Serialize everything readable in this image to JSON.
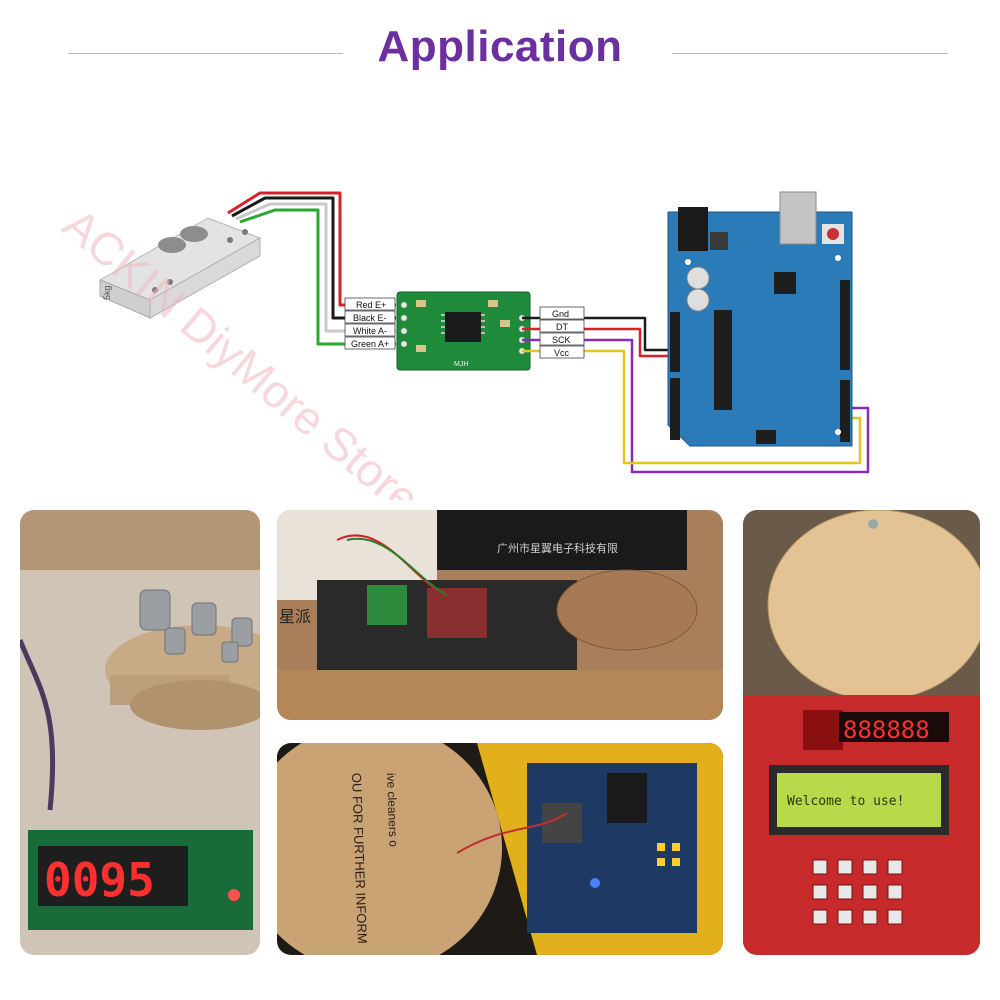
{
  "header": {
    "title": "Application"
  },
  "colors": {
    "accent": "#6b2fa0",
    "wire_red": "#d8202a",
    "wire_black": "#1a1a1a",
    "wire_white": "#cfcfcf",
    "wire_green": "#28a82e",
    "wire_purple": "#8b2bb3",
    "wire_yellow": "#e5c51a",
    "hx711_board": "#1f8a3a",
    "arduino_board": "#2b7bb9"
  },
  "diagram": {
    "load_cell_labels": [
      "Red E+",
      "Black E-",
      "White A-",
      "Green A+"
    ],
    "module_pins": [
      "Gnd",
      "DT",
      "SCK",
      "Vcc"
    ],
    "hx711_label": "MJH",
    "load_cell_marking": "5kg"
  },
  "photos": {
    "display_1": {
      "digits": "0095"
    },
    "lcd": {
      "text": "Welcome to use!"
    },
    "pad_text": [
      "OU FOR FURTHER INFORM",
      "ive cleaners o"
    ],
    "sign_text": "广州市星翼电子科技有限",
    "rack_text": "星派"
  },
  "watermark": "ACKIN DiyMore Store"
}
